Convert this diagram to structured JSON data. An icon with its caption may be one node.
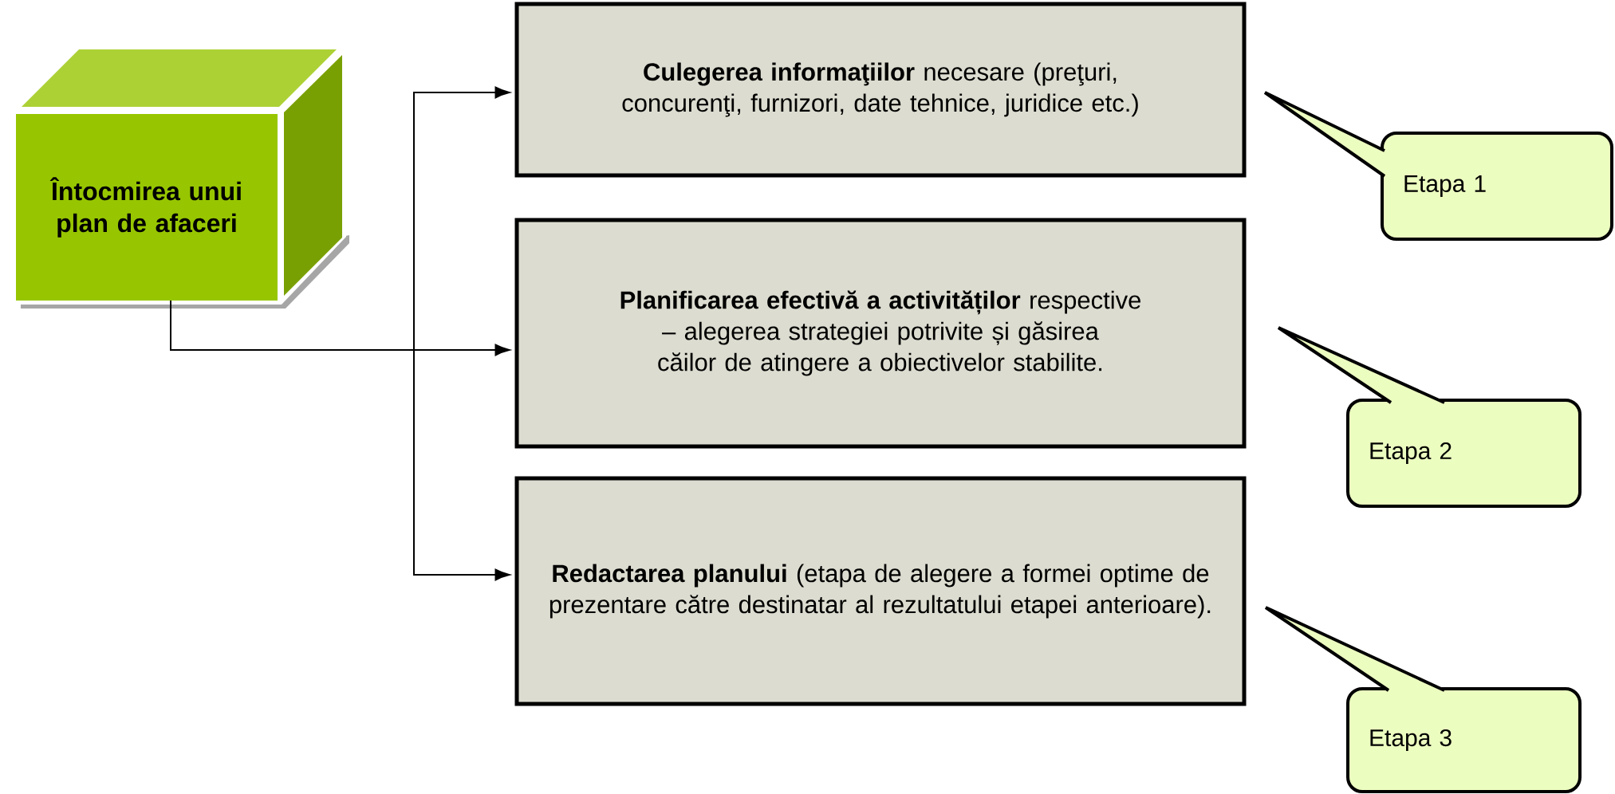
{
  "diagram": {
    "nodes": [
      {
        "text": [
          "Întocmirea unui plan de afaceri"
        ]
      },
      {
        "text": [
          "**Culegerea informaţiilor** necesare (preţuri, concurenţi, furnizori, date tehnice, juridice etc.)"
        ]
      },
      {
        "text": [
          "**Planificarea efectivă a activităților** respective – alegerea strategiei potrivite și găsirea căilor de atingere a obiectivelor stabilite."
        ]
      },
      {
        "text": [
          "**Redactarea planului** (etapa de alegere a formei optime de prezentare către destinatar al rezultatului etapei anterioare)."
        ]
      },
      {
        "text": [
          "Etapa 1"
        ]
      },
      {
        "text": [
          "Etapa 2"
        ]
      },
      {
        "text": [
          "Etapa 3"
        ]
      }
    ],
    "edges": [
      {
        "from": 0,
        "to": 1,
        "arrow": "to"
      },
      {
        "from": 0,
        "to": 2,
        "arrow": "to"
      },
      {
        "from": 0,
        "to": 3,
        "arrow": "to"
      }
    ]
  }
}
